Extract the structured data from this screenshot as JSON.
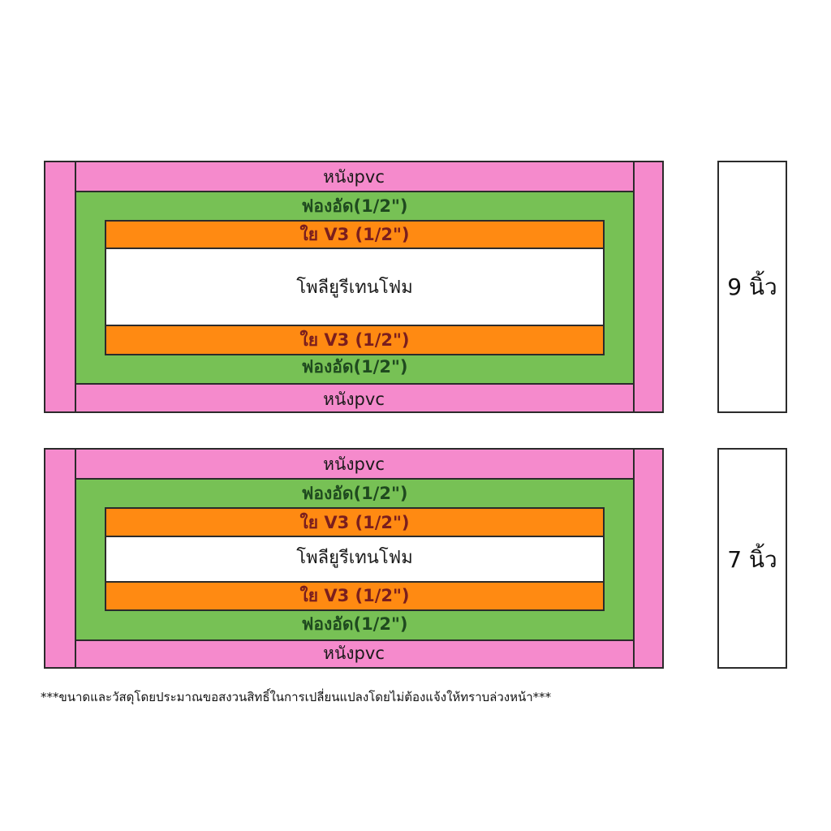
{
  "diagram_9in": {
    "top_layer": "หนังpvc",
    "foam_top": "ฟองอัด(1/2\")",
    "fiber_top": "ใย V3 (1/2\")",
    "core": "โพลียูรีเทนโฟม",
    "fiber_bottom": "ใย V3 (1/2\")",
    "foam_bottom": "ฟองอัด(1/2\")",
    "bottom_layer": "หนังpvc",
    "height_label": "9 นิ้ว"
  },
  "diagram_7in": {
    "top_layer": "หนังpvc",
    "foam_top": "ฟองอัด(1/2\")",
    "fiber_top": "ใย V3 (1/2\")",
    "core": "โพลียูรีเทนโฟม",
    "fiber_bottom": "ใย V3 (1/2\")",
    "foam_bottom": "ฟองอัด(1/2\")",
    "bottom_layer": "หนังpvc",
    "height_label": "7 นิ้ว"
  },
  "footnote": "***ขนาดและวัสดุโดยประมาณขอสงวนสิทธิ์ในการเปลี่ยนแปลงโดยไม่ต้องแจ้งให้ทราบล่วงหน้า***",
  "colors": {
    "pvc": "#f58acc",
    "foam": "#77c155",
    "fiber": "#ff8a12",
    "core": "#ffffff"
  }
}
